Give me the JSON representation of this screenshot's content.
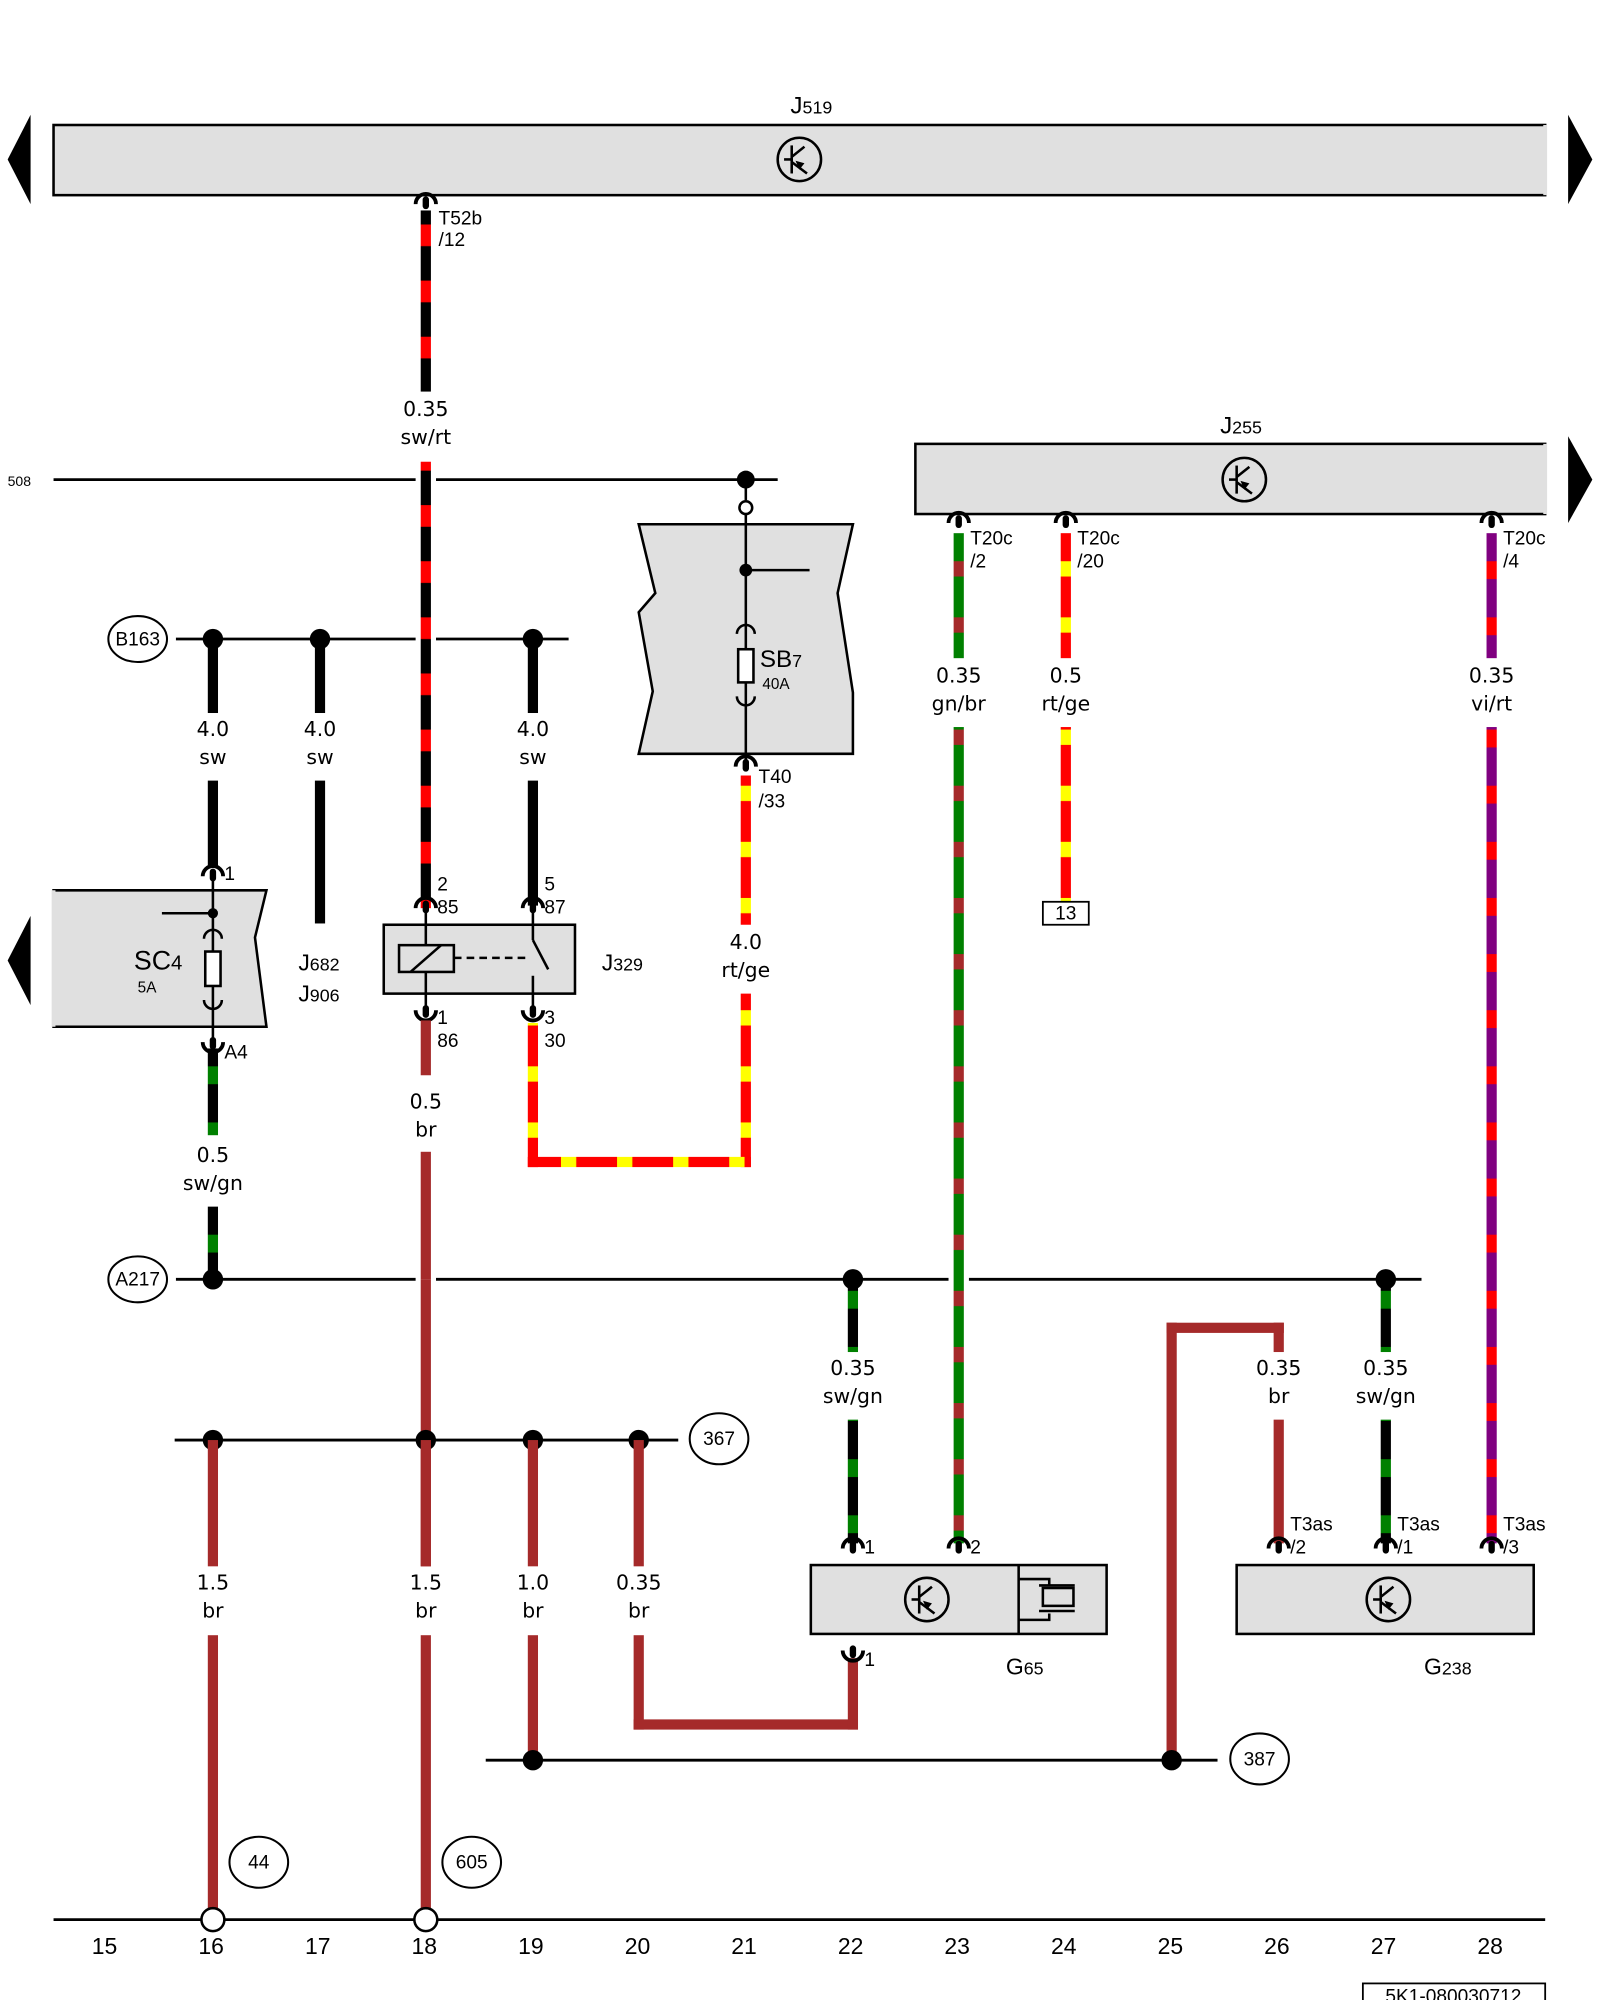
{
  "diagram": {
    "diagram_id": "5K1-080030712",
    "ref_508": "508",
    "colors": {
      "sw": "#000000",
      "rt": "#ff0000",
      "gn": "#008000",
      "br": "#a52a2a",
      "ge": "#ffff00",
      "vi": "#800080",
      "module_fill": "#e0e0e0"
    },
    "components": {
      "j519": {
        "prefix": "J",
        "num": "519"
      },
      "j255": {
        "prefix": "J",
        "num": "255"
      },
      "j329": {
        "prefix": "J",
        "num": "329"
      },
      "j682": {
        "prefix": "J",
        "num": "682"
      },
      "j906": {
        "prefix": "J",
        "num": "906"
      },
      "sb7": {
        "prefix": "SB",
        "num": "7",
        "rating": "40A"
      },
      "sc4": {
        "prefix": "SC",
        "num": "4",
        "rating": "5A"
      },
      "g65": {
        "prefix": "G",
        "num": "65"
      },
      "g238": {
        "prefix": "G",
        "num": "238"
      }
    },
    "connectors": {
      "t52b_12": {
        "a": "T52b",
        "b": "/12"
      },
      "t40_33": {
        "a": "T40",
        "b": "/33"
      },
      "t20c_2": {
        "a": "T20c",
        "b": "/2"
      },
      "t20c_20": {
        "a": "T20c",
        "b": "/20"
      },
      "t20c_4": {
        "a": "T20c",
        "b": "/4"
      },
      "t3as_2": {
        "a": "T3as",
        "b": "/2"
      },
      "t3as_1": {
        "a": "T3as",
        "b": "/1"
      },
      "t3as_3": {
        "a": "T3as",
        "b": "/3"
      },
      "sc4_in": "1",
      "sc4_out": "A4",
      "j329_2": {
        "a": "2",
        "b": "85"
      },
      "j329_5": {
        "a": "5",
        "b": "87"
      },
      "j329_1": {
        "a": "1",
        "b": "86"
      },
      "j329_3": {
        "a": "3",
        "b": "30"
      },
      "g65_1": "1",
      "g65_2": "2",
      "g65_b1": "1"
    },
    "wires": {
      "w_swrt": {
        "size": "0.35",
        "color": "sw/rt"
      },
      "w_b163_1": {
        "size": "4.0",
        "color": "sw"
      },
      "w_b163_2": {
        "size": "4.0",
        "color": "sw"
      },
      "w_b163_3": {
        "size": "4.0",
        "color": "sw"
      },
      "w_rtge_40": {
        "size": "4.0",
        "color": "rt/ge"
      },
      "w_gnbr": {
        "size": "0.35",
        "color": "gn/br"
      },
      "w_rtge_05": {
        "size": "0.5",
        "color": "rt/ge"
      },
      "w_virt": {
        "size": "0.35",
        "color": "vi/rt"
      },
      "w_swgn_a": {
        "size": "0.5",
        "color": "sw/gn"
      },
      "w_br_86": {
        "size": "0.5",
        "color": "br"
      },
      "w_swgn_22": {
        "size": "0.35",
        "color": "sw/gn"
      },
      "w_br_26": {
        "size": "0.35",
        "color": "br"
      },
      "w_swgn_27": {
        "size": "0.35",
        "color": "sw/gn"
      },
      "w_br_16": {
        "size": "1.5",
        "color": "br"
      },
      "w_br_18": {
        "size": "1.5",
        "color": "br"
      },
      "w_br_19": {
        "size": "1.0",
        "color": "br"
      },
      "w_br_20": {
        "size": "0.35",
        "color": "br"
      }
    },
    "references": {
      "b163": "B163",
      "a217": "A217",
      "r367": "367",
      "r387": "387",
      "r44": "44",
      "r605": "605",
      "r13": "13"
    },
    "columns": [
      "15",
      "16",
      "17",
      "18",
      "19",
      "20",
      "21",
      "22",
      "23",
      "24",
      "25",
      "26",
      "27",
      "28"
    ]
  }
}
